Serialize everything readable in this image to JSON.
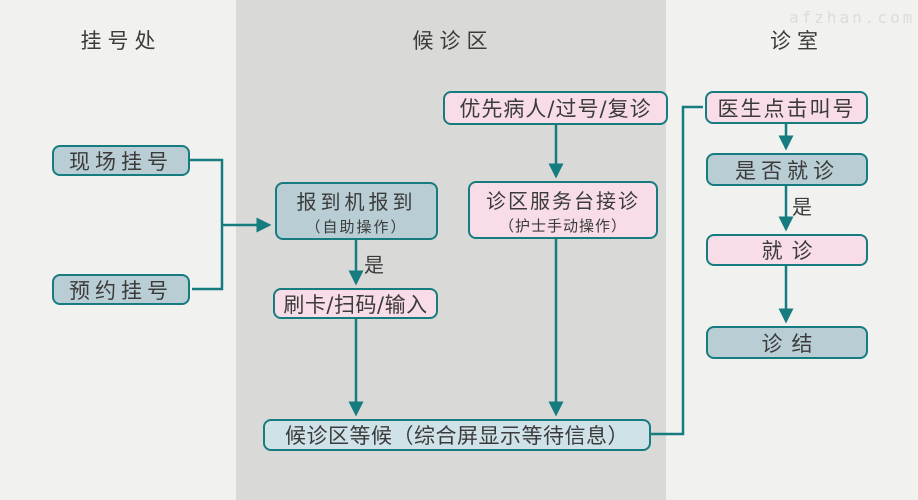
{
  "watermark": "afzhan.com",
  "headers": {
    "registration": "挂号处",
    "waiting_area": "候诊区",
    "consult_room": "诊室"
  },
  "nodes": {
    "onsite_registration": "现场挂号",
    "appointment_registration": "预约挂号",
    "checkin_machine_line1": "报到机报到",
    "checkin_machine_line2": "（自助操作）",
    "swipe_scan_input": "刷卡/扫码/输入",
    "priority_patient": "优先病人/过号/复诊",
    "service_desk_line1": "诊区服务台接诊",
    "service_desk_line2": "（护士手动操作）",
    "waiting_display": "候诊区等候（综合屏显示等待信息）",
    "doctor_call": "医生点击叫号",
    "attend_check": "是否就诊",
    "consult": "就诊",
    "consult_end": "诊结"
  },
  "edge_labels": {
    "yes_checkin": "是",
    "yes_attend": "是"
  },
  "colors": {
    "teal_line": "#177c80",
    "node_blue": "#b9ced4",
    "node_pink": "#f8dde8",
    "node_lightblue": "#cfe2e8",
    "band_gray": "#d9d9d7",
    "background": "#f1f1ef",
    "text": "#3b3b3b",
    "watermark": "#dcdcda"
  }
}
